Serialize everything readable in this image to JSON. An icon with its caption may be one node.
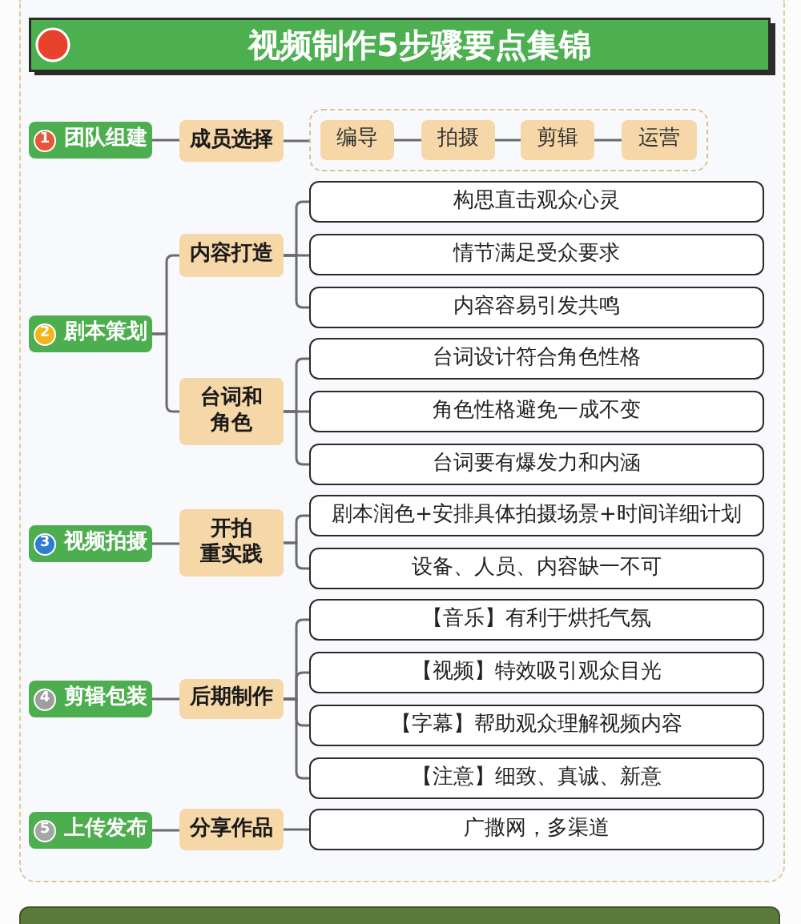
{
  "diagram": {
    "title": "视频制作5步骤要点集锦",
    "nodes": [
      {
        "text": [
          "1",
          "团队组建"
        ]
      },
      {
        "text": [
          "成员选择"
        ]
      },
      {
        "text": [],
        "shape": "box"
      },
      {
        "text": [
          "编导"
        ],
        "in": 2
      },
      {
        "text": [
          "拍摄"
        ],
        "in": 2
      },
      {
        "text": [
          "剪辑"
        ],
        "in": 2
      },
      {
        "text": [
          "运营"
        ],
        "in": 2
      },
      {
        "text": [
          "2",
          "剧本策划"
        ]
      },
      {
        "text": [
          "内容打造"
        ]
      },
      {
        "text": [
          "构思直击观众心灵"
        ]
      },
      {
        "text": [
          "情节满足受众要求"
        ]
      },
      {
        "text": [
          "内容容易引发共鸣"
        ]
      },
      {
        "text": [
          "台词和角色"
        ]
      },
      {
        "text": [
          "台词设计符合角色性格"
        ]
      },
      {
        "text": [
          "角色性格避免一成不变"
        ]
      },
      {
        "text": [
          "台词要有爆发力和内涵"
        ]
      },
      {
        "text": [
          "3",
          "视频拍摄"
        ]
      },
      {
        "text": [
          "开拍重实践"
        ]
      },
      {
        "text": [
          "剧本润色+安排具体拍摄场景+时间详细计划"
        ]
      },
      {
        "text": [
          "设备、人员、内容缺一不可"
        ]
      },
      {
        "text": [
          "4",
          "剪辑包装"
        ]
      },
      {
        "text": [
          "后期制作"
        ]
      },
      {
        "text": [
          "【音乐】有利于烘托气氛"
        ]
      },
      {
        "text": [
          "【视频】特效吸引观众目光"
        ]
      },
      {
        "text": [
          "【字幕】帮助观众理解视频内容"
        ]
      },
      {
        "text": [
          "【注意】细致、真诚、新意"
        ]
      },
      {
        "text": [
          "5",
          "上传发布"
        ]
      },
      {
        "text": [
          "分享作品"
        ]
      },
      {
        "text": [
          "广撒网，多渠道"
        ]
      }
    ],
    "edges": [
      {
        "from": 0,
        "to": 1,
        "arrow": "none"
      },
      {
        "from": 1,
        "to": 2,
        "arrow": "none"
      },
      {
        "from": 3,
        "to": 4,
        "arrow": "none"
      },
      {
        "from": 4,
        "to": 5,
        "arrow": "none"
      },
      {
        "from": 5,
        "to": 6,
        "arrow": "none"
      },
      {
        "from": 7,
        "to": 8,
        "arrow": "none"
      },
      {
        "from": 7,
        "to": 12,
        "arrow": "none"
      },
      {
        "from": 8,
        "to": 9,
        "arrow": "none"
      },
      {
        "from": 8,
        "to": 10,
        "arrow": "none"
      },
      {
        "from": 8,
        "to": 11,
        "arrow": "none"
      },
      {
        "from": 12,
        "to": 13,
        "arrow": "none"
      },
      {
        "from": 12,
        "to": 14,
        "arrow": "none"
      },
      {
        "from": 12,
        "to": 15,
        "arrow": "none"
      },
      {
        "from": 16,
        "to": 17,
        "arrow": "none"
      },
      {
        "from": 17,
        "to": 18,
        "arrow": "none"
      },
      {
        "from": 17,
        "to": 19,
        "arrow": "none"
      },
      {
        "from": 20,
        "to": 21,
        "arrow": "none"
      },
      {
        "from": 21,
        "to": 22,
        "arrow": "none"
      },
      {
        "from": 21,
        "to": 23,
        "arrow": "none"
      },
      {
        "from": 21,
        "to": 24,
        "arrow": "none"
      },
      {
        "from": 21,
        "to": 25,
        "arrow": "none"
      },
      {
        "from": 26,
        "to": 27,
        "arrow": "none"
      },
      {
        "from": 27,
        "to": 28,
        "arrow": "none"
      }
    ]
  }
}
